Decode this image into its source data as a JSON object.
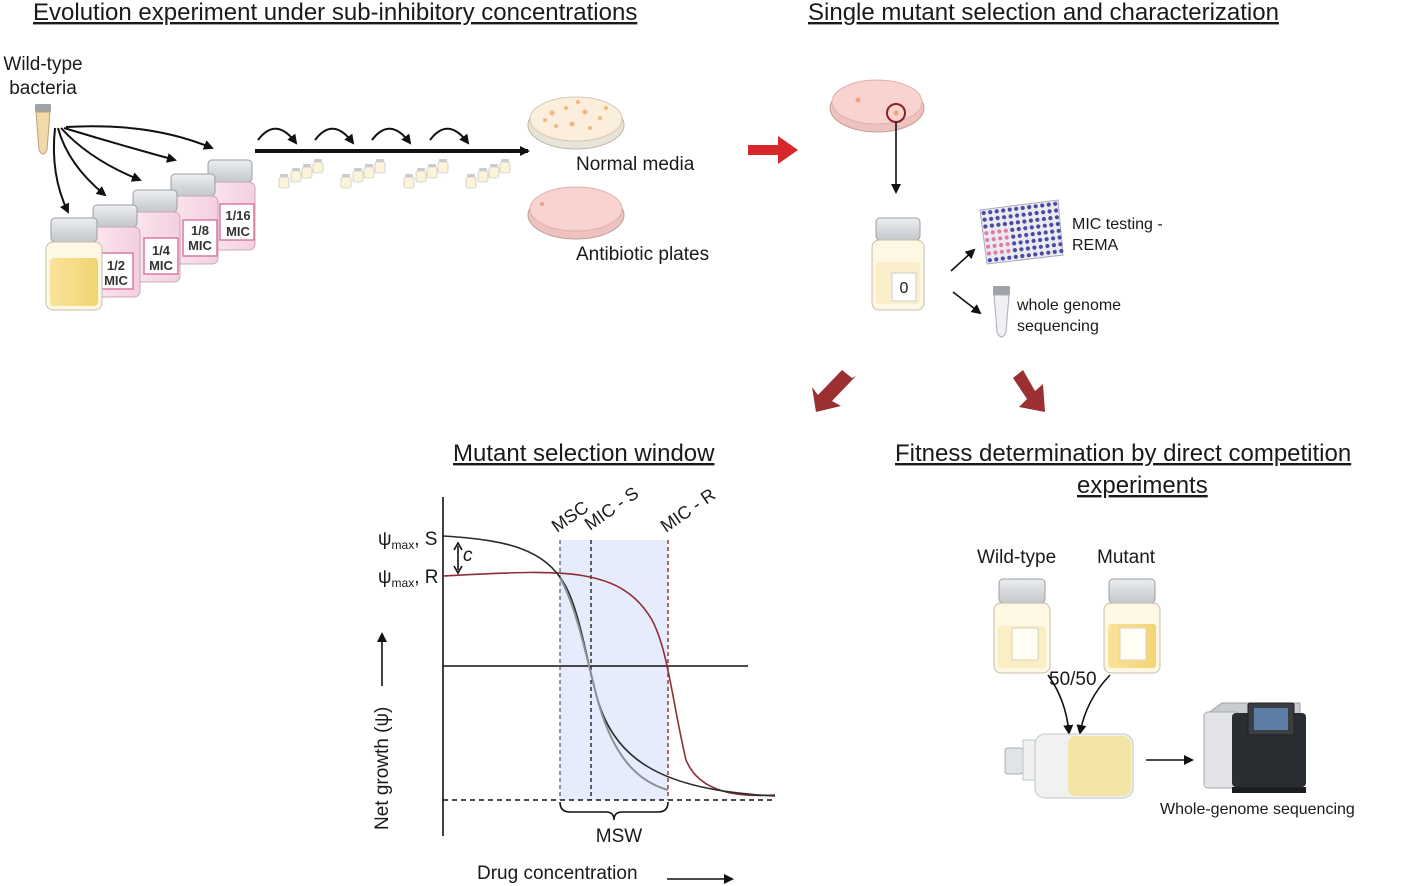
{
  "headings": {
    "evolution": "Evolution experiment under sub-inhibitory concentrations",
    "single_mutant": "Single mutant selection and characterization",
    "msw": "Mutant selection window",
    "fitness_line1": "Fitness determination by direct competition",
    "fitness_line2": "experiments"
  },
  "evolution": {
    "wildtype_line1": "Wild-type",
    "wildtype_line2": "bacteria",
    "bottles": [
      {
        "line1": "1/2",
        "line2": "MIC"
      },
      {
        "line1": "1/4",
        "line2": "MIC"
      },
      {
        "line1": "1/8",
        "line2": "MIC"
      },
      {
        "line1": "1/16",
        "line2": "MIC"
      }
    ],
    "plate_normal": "Normal media",
    "plate_antibiotic": "Antibiotic plates"
  },
  "selection": {
    "bottle_label": "0",
    "mic_line1": "MIC testing -",
    "mic_line2": "REMA",
    "wgs_line1": "whole genome",
    "wgs_line2": "sequencing"
  },
  "chart_data": {
    "type": "line",
    "title": "Mutant selection window",
    "xlabel": "Drug concentration",
    "ylabel": "Net growth (ψ)",
    "y_ticks": [
      {
        "sym": "ψ",
        "sub": "max",
        "tail": ", S"
      },
      {
        "sym": "ψ",
        "sub": "max",
        "tail": ", R"
      }
    ],
    "cost_label": "c",
    "markers": [
      "MSC",
      "MIC - S",
      "MIC - R"
    ],
    "window_label": "MSW",
    "series": [
      {
        "name": "S",
        "color": "#2b2b2b",
        "description": "susceptible strain: higher max growth, drops earlier"
      },
      {
        "name": "R",
        "color": "#8b2e36",
        "description": "resistant strain: lower max growth, drops later"
      }
    ],
    "window_color": "#e6ecfb"
  },
  "fitness": {
    "wildtype": "Wild-type",
    "mutant": "Mutant",
    "ratio": "50/50",
    "sequencing": "Whole-genome sequencing"
  },
  "colors": {
    "red_arrow": "#d7262c",
    "dark_red_arrow": "#9c2f31",
    "plate_pink": "#f7c8c4",
    "media_yellow": "#f6e3a2",
    "bottle_cap": "#d9dbde"
  }
}
